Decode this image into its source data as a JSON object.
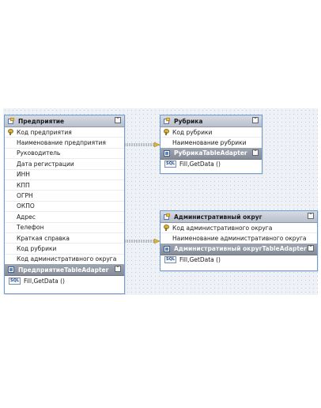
{
  "tables": {
    "enterprise": {
      "title": "Предприятие",
      "key_field": "Код предприятия",
      "fields": [
        "Наименование предприятия",
        "Руководитель",
        "Дата регистрации",
        "ИНН",
        "КПП",
        "ОГРН",
        "ОКПО",
        "Адрес",
        "Телефон",
        "Краткая справка",
        "Код рубрики",
        "Код административного округа"
      ],
      "adapter_title": "ПредприятиеTableAdapter",
      "method": "Fill,GetData ()"
    },
    "rubric": {
      "title": "Рубрика",
      "key_field": "Код рубрики",
      "fields": [
        "Наименование рубрики"
      ],
      "adapter_title": "РубрикаTableAdapter",
      "method": "Fill,GetData ()"
    },
    "district": {
      "title": "Административный округ",
      "key_field": "Код административного округа",
      "fields": [
        "Наименование административного округа"
      ],
      "adapter_title": "Административный округTableAdapter",
      "method": "Fill,GetData ()"
    }
  },
  "icons": {
    "table": "datatable-icon",
    "adapter": "tableadapter-icon",
    "key": "primary-key-icon",
    "sql": "sql-method-icon",
    "collapse": "collapse-chevron-icon"
  },
  "sql_badge": "SQL",
  "colors": {
    "table_border": "#6e9dd6",
    "header": "#c4cad4",
    "adapter_header": "#949aa5",
    "relation_line": "#8a8f99",
    "relation_key": "#d8b43a"
  }
}
